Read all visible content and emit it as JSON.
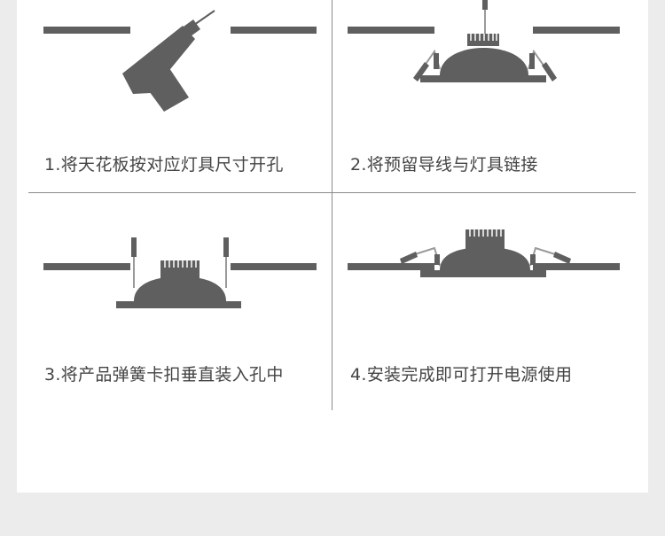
{
  "steps": [
    {
      "caption": "1.将天花板按对应灯具尺寸开孔",
      "icon": "drill-icon"
    },
    {
      "caption": "2.将预留导线与灯具链接",
      "icon": "downlight-wiring-icon"
    },
    {
      "caption": "3.将产品弹簧卡扣垂直装入孔中",
      "icon": "downlight-insert-icon"
    },
    {
      "caption": "4.安装完成即可打开电源使用",
      "icon": "downlight-installed-icon"
    }
  ],
  "colors": {
    "background": "#ececec",
    "card": "#ffffff",
    "illustration": "#5f5f5f",
    "text": "#444444",
    "divider": "#8a8a8a"
  }
}
